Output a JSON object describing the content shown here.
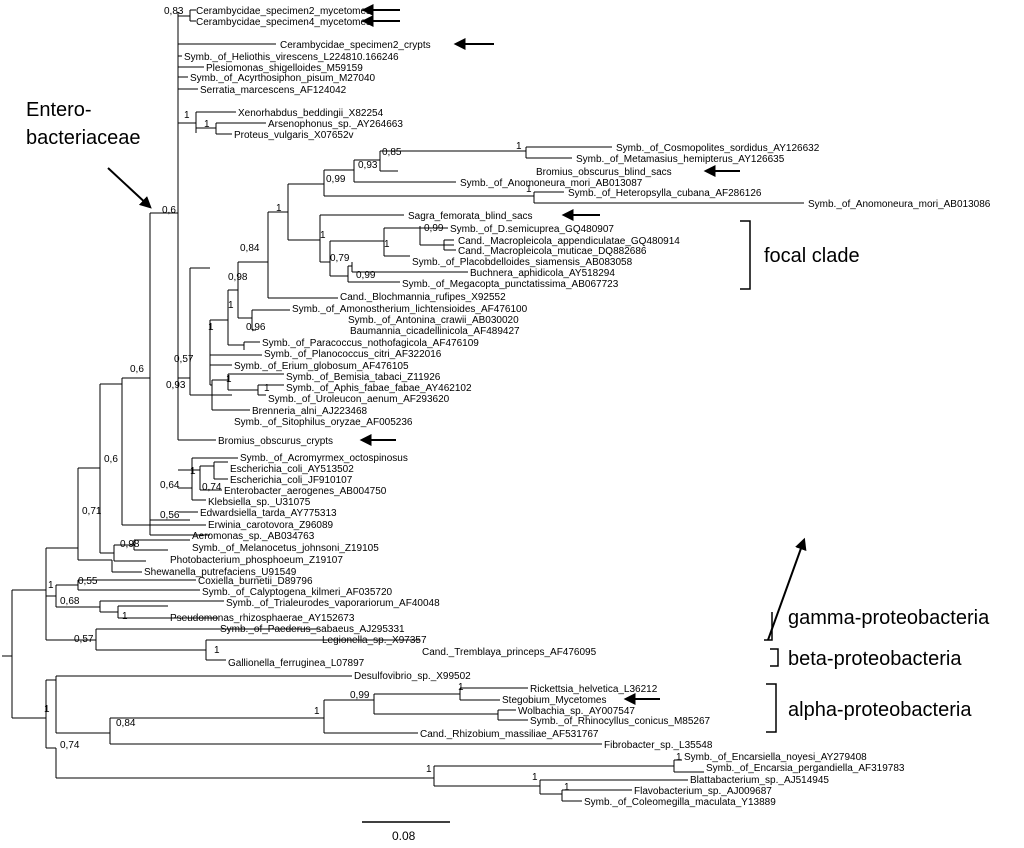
{
  "labels": {
    "family_line1": "Entero-",
    "family_line2": "bacteriaceae",
    "focal": "focal clade",
    "gamma": "gamma-proteobacteria",
    "beta": "beta-proteobacteria",
    "alpha": "alpha-proteobacteria",
    "scale": "0.08"
  },
  "leaves": {
    "L1": "Cerambycidae_specimen2_mycetomes",
    "L2": "Cerambycidae_specimen4_mycetomes",
    "L3": "Cerambycidae_specimen2_crypts",
    "L4": "Symb._of_Heliothis_virescens_L224810.166246",
    "L5": "Plesiomonas_shigelloides_M59159",
    "L6": "Symb._of_Acyrthosiphon_pisum_M27040",
    "L7": "Serratia_marcescens_AF124042",
    "L8": "Xenorhabdus_beddingii_X82254",
    "L9": "Arsenophonus_sp._AY264663",
    "L10": "Proteus_vulgaris_X07652v",
    "L11": "Symb._of_Cosmopolites_sordidus_AY126632",
    "L12": "Symb._of_Metamasius_hemipterus_AY126635",
    "L13": "Bromius_obscurus_blind_sacs",
    "L14": "Symb._of_Anomoneura_mori_AB013087",
    "L15": "Symb._of_Heteropsylla_cubana_AF286126",
    "L16": "Symb._of_Anomoneura_mori_AB013086",
    "L17": "Sagra_femorata_blind_sacs",
    "L18": "Symb._of_D.semicuprea_GQ480907",
    "L19": "Cand._Macropleicola_appendiculatae_GQ480914",
    "L20": "Cand._Macropleicola_muticae_DQ882686",
    "L21": "Symb._of_Placobdelloides_siamensis_AB083058",
    "L22": "Buchnera_aphidicola_AY518294",
    "L23": "Symb._of_Megacopta_punctatissima_AB067723",
    "L24": "Cand._Blochmannia_rufipes_X92552",
    "L25": "Symb._of_Amonostherium_lichtensioides_AF476100",
    "L26": "Symb._of_Antonina_crawii_AB030020",
    "L27": "Baumannia_cicadellinicola_AF489427",
    "L28": "Symb._of_Paracoccus_nothofagicola_AF476109",
    "L29": "Symb._of_Planococcus_citri_AF322016",
    "L30": "Symb._of_Erium_globosum_AF476105",
    "L31": "Symb._of_Bemisia_tabaci_Z11926",
    "L32": "Symb._of_Aphis_fabae_fabae_AY462102",
    "L33": "Symb._of_Uroleucon_aenum_AF293620",
    "L34": "Brenneria_alni_AJ223468",
    "L35": "Symb._of_Sitophilus_oryzae_AF005236",
    "L36": "Bromius_obscurus_crypts",
    "L37": "Symb._of_Acromyrmex_octospinosus",
    "L38": "Escherichia_coli_AY513502",
    "L39": "Escherichia_coli_JF910107",
    "L40": "Enterobacter_aerogenes_AB004750",
    "L41": "Klebsiella_sp._U31075",
    "L42": "Edwardsiella_tarda_AY775313",
    "L43": "Erwinia_carotovora_Z96089",
    "L44": "Aeromonas_sp._AB034763",
    "L45": "Symb._of_Melanocetus_johnsoni_Z19105",
    "L46": "Photobacterium_phosphoeum_Z19107",
    "L47": "Shewanella_putrefaciens_U91549",
    "L48": "Coxiella_burnetii_D89796",
    "L49": "Symb._of_Calyptogena_kilmeri_AF035720",
    "L50": "Symb._of_Trialeurodes_vaporariorum_AF40048",
    "L51": "Pseudomonas_rhizosphaerae_AY152673",
    "L52": "Symb._of_Paederus_sabaeus_AJ295331",
    "L53": "Legionella_sp._X97357",
    "L54": "Cand._Tremblaya_princeps_AF476095",
    "L55": "Gallionella_ferruginea_L07897",
    "L56": "Desulfovibrio_sp._X99502",
    "L57": "Rickettsia_helvetica_L36212",
    "L58": "Stegobium_Mycetomes",
    "L59": "Wolbachia_sp._AY007547",
    "L60": "Symb._of_Rhinocyllus_conicus_M85267",
    "L61": "Cand._Rhizobium_massiliae_AF531767",
    "L62": "Fibrobacter_sp._L35548",
    "L63": "Symb._of_Encarsiella_noyesi_AY279408",
    "L64": "Symb._of_Encarsia_pergandiella_AF319783",
    "L65": "Blattabacterium_sp._AJ514945",
    "L66": "Flavobacterium_sp._AJ009687",
    "L67": "Symb._of_Coleomegilla_maculata_Y13889"
  },
  "supports": {
    "s_083": "0,83",
    "s_6a": "0,6",
    "s_1xen": "1",
    "s_1arp": "1",
    "s_085": "0,85",
    "s_1cos": "1",
    "s_093a": "0,93",
    "s_099a": "0,99",
    "s_1het": "1",
    "s_1foc": "1",
    "s_1sag": "1",
    "s_099b": "0,99",
    "s_1mac": "1",
    "s_079": "0,79",
    "s_099c": "0,99",
    "s_084a": "0,84",
    "s_098a": "0,98",
    "s_1amo": "1",
    "s_096": "0,96",
    "s_1bau": "1",
    "s_057a": "0,57",
    "s_093b": "0,93",
    "s_1aph": "1",
    "s_1aph2": "1",
    "s_6b": "0,6",
    "s_6c": "0,6",
    "s_1eco": "1",
    "s_074a": "0,74",
    "s_064": "0,64",
    "s_056": "0,56",
    "s_071": "0,71",
    "s_098b": "0,98",
    "s_1root": "1",
    "s_055": "0,55",
    "s_068": "0,68",
    "s_1pse": "1",
    "s_057b": "0,57",
    "s_1tre": "1",
    "s_1ric": "1",
    "s_099d": "0,99",
    "s_1alp": "1",
    "s_084b": "0,84",
    "s_1alp0": "1",
    "s_074b": "0,74",
    "s_1enc": "1",
    "s_1bla": "1",
    "s_1fla": "1",
    "s_1fla2": "1"
  }
}
